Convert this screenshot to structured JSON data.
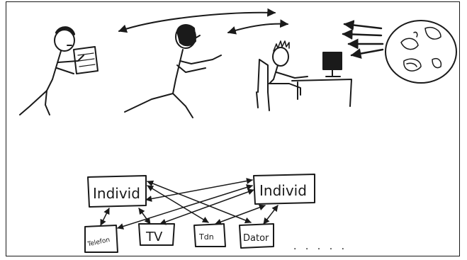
{
  "labels": {
    "individ_left": "Individ",
    "individ_right": "Individ",
    "telephone": "Telefon",
    "tv": "TV",
    "tdn": "Tdn",
    "dator": "Dator",
    "ellipsis": ". . . . ."
  },
  "colors": {
    "ink": "#1a1a1a",
    "paper": "#ffffff"
  }
}
